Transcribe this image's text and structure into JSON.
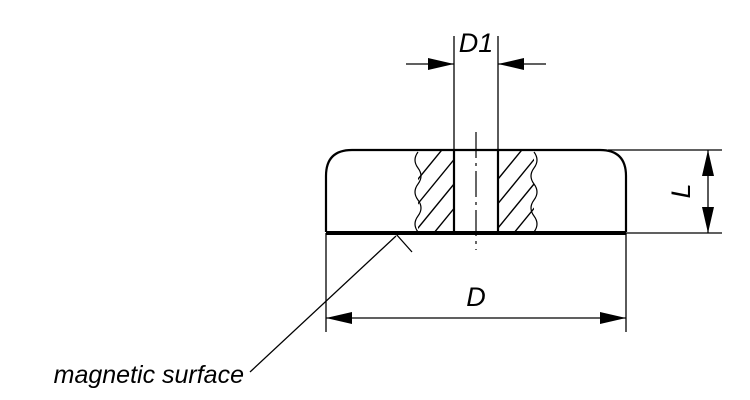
{
  "labels": {
    "bore_diameter": "D1",
    "height": "L",
    "outer_diameter": "D",
    "callout": "magnetic surface"
  },
  "colors": {
    "line": "#000000",
    "background": "#ffffff"
  }
}
